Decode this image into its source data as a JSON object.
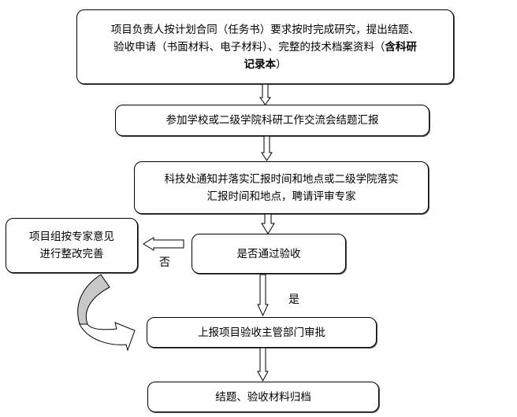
{
  "flowchart": {
    "steps": {
      "submit": {
        "line1": "项目负责人按计划合同（任务书）要求按时完成研究，提出结题、",
        "line2_normal": "验收申请（书面材料、电子材料）、完整的技术档案资料（",
        "line2_bold": "含科研",
        "line3_bold": "记录本",
        "line3_normal": "）"
      },
      "report": {
        "text": "参加学校或二级学院科研工作交流会结题汇报"
      },
      "notify": {
        "line1": "科技处通知并落实汇报时间和地点或二级学院落实",
        "line2": "汇报时间和地点，聘请评审专家"
      },
      "decision": {
        "text": "是否通过验收"
      },
      "revise": {
        "line1": "项目组按专家意见",
        "line2": "进行整改完善"
      },
      "approve": {
        "text": "上报项目验收主管部门审批"
      },
      "archive": {
        "text": "结题、验收材料归档"
      }
    },
    "labels": {
      "no": "否",
      "yes": "是"
    }
  }
}
